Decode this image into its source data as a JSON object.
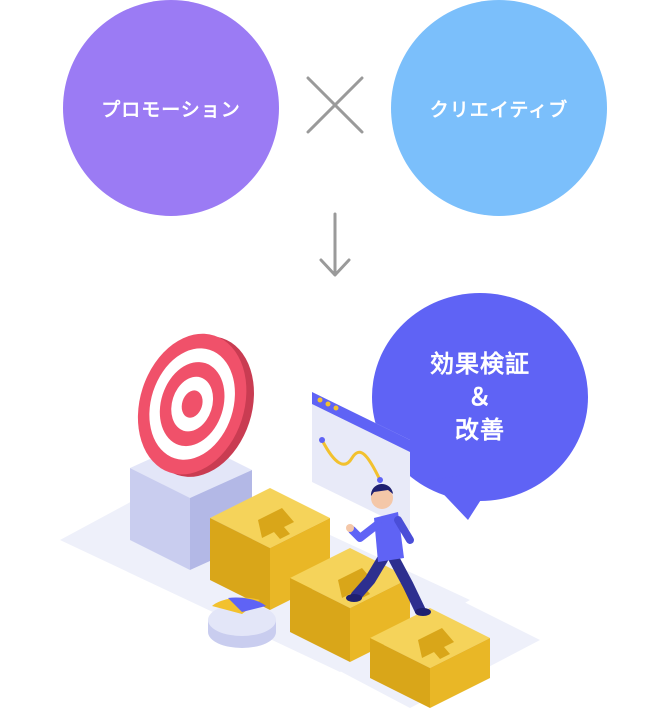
{
  "circles": {
    "promotion": {
      "label": "プロモーション",
      "color": "#9b7bf4"
    },
    "creative": {
      "label": "クリエイティブ",
      "color": "#7bbffb"
    }
  },
  "operator_color": "#9a9a9a",
  "bubble": {
    "line1": "効果検証",
    "line2": "＆",
    "line3": "改善",
    "color": "#5f63f5"
  },
  "illustration": {
    "target_icon": "dartboard-target-icon",
    "steps_icon": "arrow-up-steps-icon",
    "figure_icon": "climbing-person-icon",
    "monitor_icon": "line-chart-window-icon",
    "pie_icon": "pie-chart-icon",
    "colors": {
      "target_red": "#f0516a",
      "step_yellow": "#f2c12e",
      "pedestal": "#c9cdef",
      "figure_navy": "#2d2f8f"
    }
  }
}
